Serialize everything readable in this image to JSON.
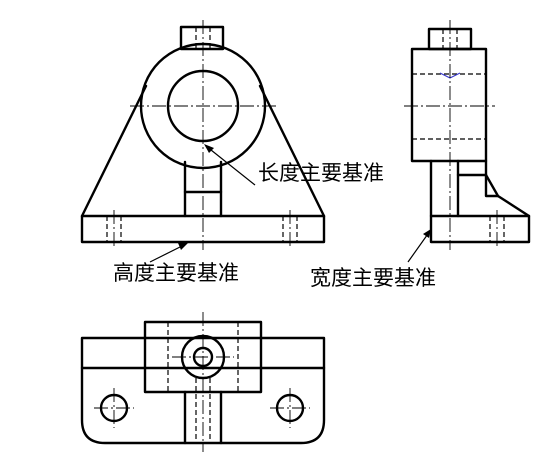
{
  "labels": {
    "length_datum": "长度主要基准",
    "height_datum": "高度主要基准",
    "width_datum": "宽度主要基准"
  },
  "colors": {
    "line": "#000000",
    "background": "#ffffff",
    "accent_mark": "#3a3acc"
  }
}
